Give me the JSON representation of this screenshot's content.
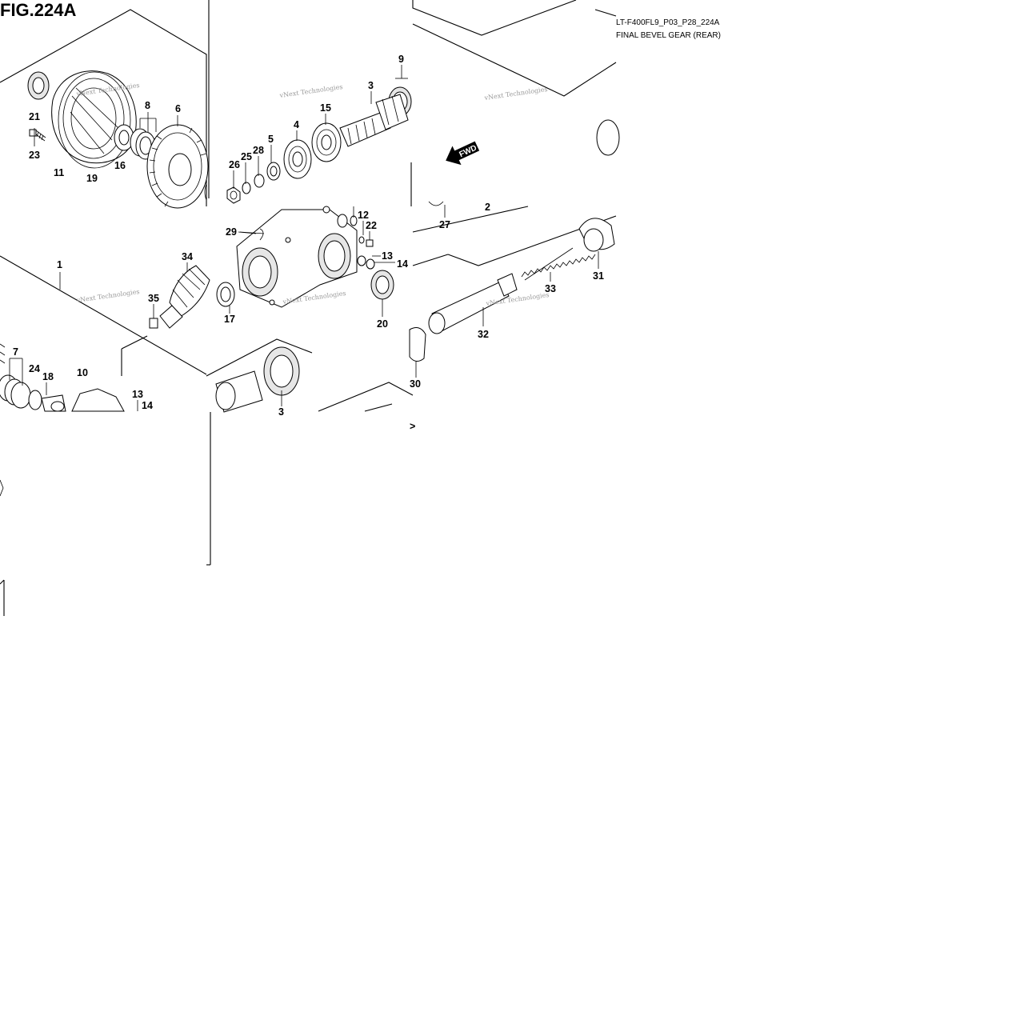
{
  "figure": {
    "title": "FIG.224A",
    "code": "LT-F400FL9_P03_P28_224A",
    "name": "FINAL BEVEL GEAR (REAR)"
  },
  "watermark": "vNext Technologies",
  "fwd_label": "FWD",
  "callouts": [
    "21",
    "8",
    "6",
    "23",
    "11",
    "19",
    "16",
    "9",
    "3",
    "15",
    "4",
    "28",
    "5",
    "25",
    "26",
    "27",
    "2",
    "12",
    "22",
    "29",
    "13",
    "14",
    "34",
    "1",
    "35",
    "17",
    "20",
    "33",
    "31",
    "32",
    "7",
    "24",
    "18",
    "10",
    "13",
    "14",
    "30",
    "3"
  ],
  "arrow_glyph": ">"
}
